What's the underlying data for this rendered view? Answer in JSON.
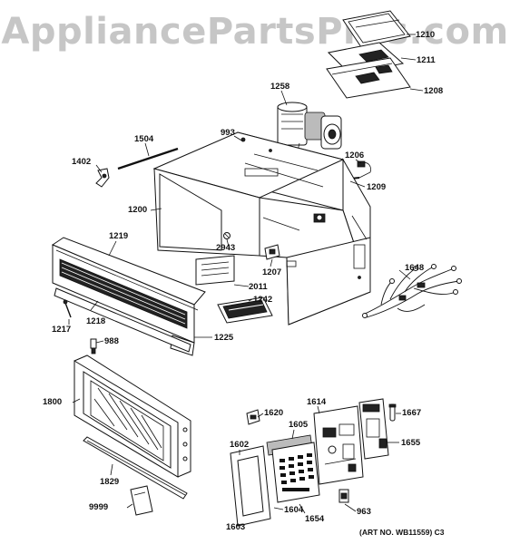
{
  "watermark": "AppliancePartsPros.com",
  "art_number": "(ART NO. WB11559) C3",
  "callouts": {
    "c1210": "1210",
    "c1211": "1211",
    "c1208": "1208",
    "c1258": "1258",
    "c993": "993",
    "c1504": "1504",
    "c1402": "1402",
    "c1206": "1206",
    "c1209": "1209",
    "c1200": "1200",
    "c1219": "1219",
    "c2943": "2943",
    "c1207": "1207",
    "c1648": "1648",
    "c2011": "2011",
    "c1242": "1242",
    "c1217": "1217",
    "c1218": "1218",
    "c1225": "1225",
    "c988": "988",
    "c1800": "1800",
    "c1620": "1620",
    "c1614": "1614",
    "c1667": "1667",
    "c1605": "1605",
    "c1655": "1655",
    "c1602": "1602",
    "c1829": "1829",
    "c9999": "9999",
    "c963": "963",
    "c1604": "1604",
    "c1654": "1654",
    "c1603": "1603"
  }
}
